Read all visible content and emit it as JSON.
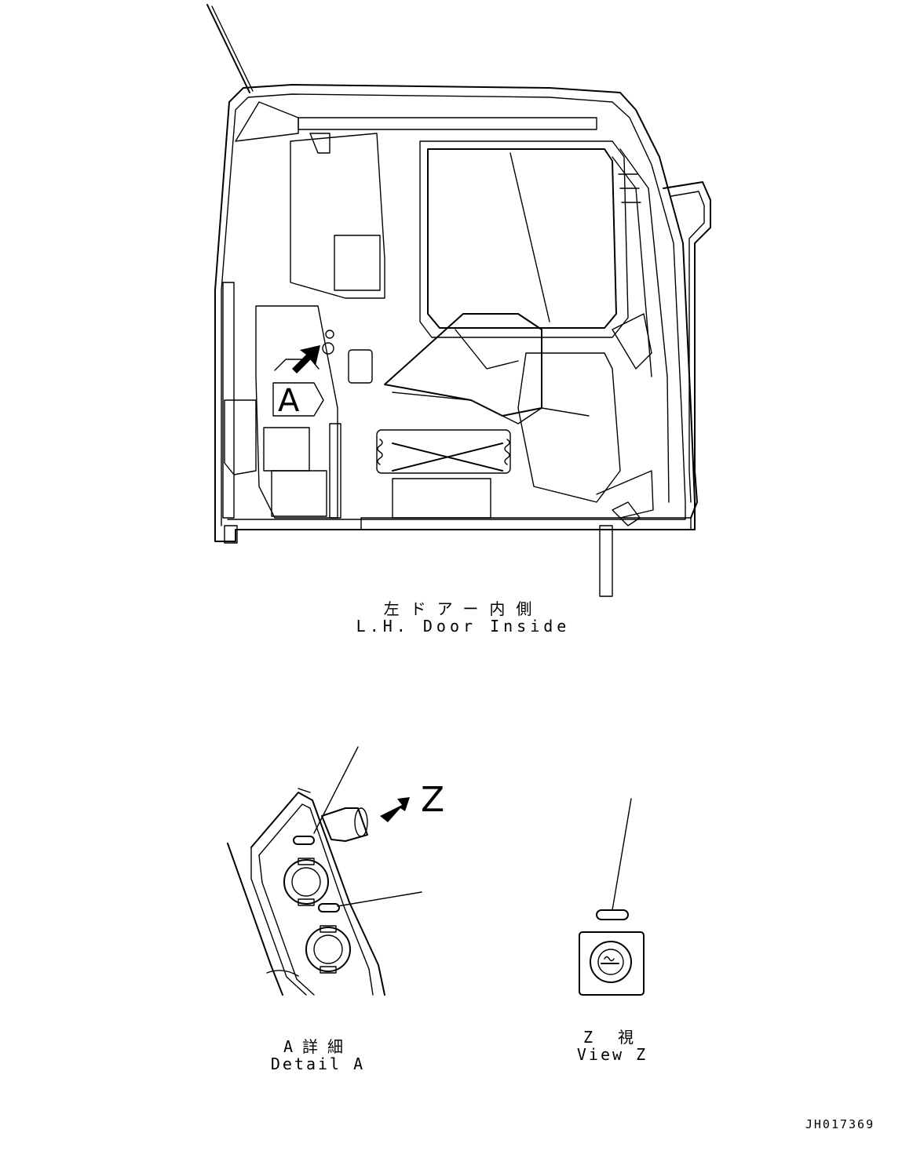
{
  "captions": {
    "main_jp": "左ドアー内側",
    "main_en": "L.H. Door Inside",
    "detail_jp": "A詳細",
    "detail_en": "Detail A",
    "view_jp": "Z 視",
    "view_en": "View Z",
    "drawing_id": "JH017369"
  },
  "callouts": {
    "a": "A",
    "z": "Z"
  },
  "icons": [
    "arrow-a-icon",
    "arrow-z-icon",
    "lighter-icon"
  ]
}
